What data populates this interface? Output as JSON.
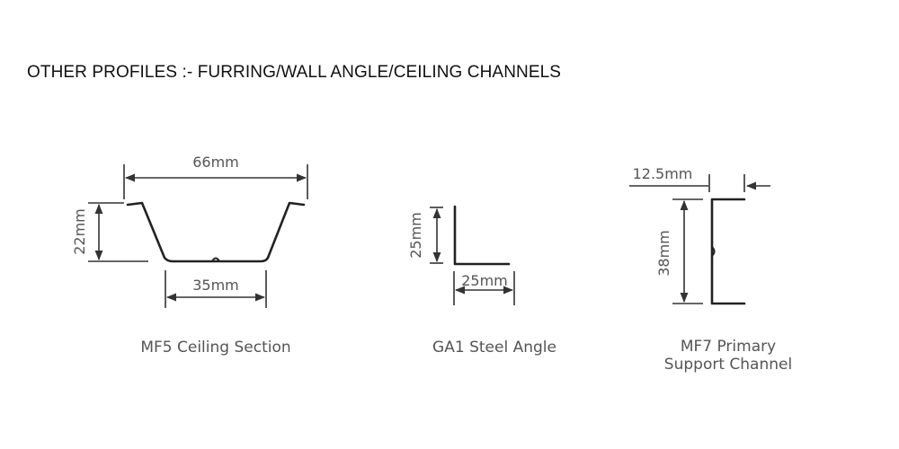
{
  "title": "OTHER PROFILES :- FURRING/WALL ANGLE/CEILING CHANNELS",
  "profiles": [
    {
      "caption": "MF5 Ceiling Section",
      "dims": {
        "top_width": "66mm",
        "height": "22mm",
        "bottom_width": "35mm"
      }
    },
    {
      "caption": "GA1 Steel Angle",
      "dims": {
        "height": "25mm",
        "width": "25mm"
      }
    },
    {
      "caption_lines": [
        "MF7 Primary",
        "Support Channel"
      ],
      "dims": {
        "flange": "12.5mm",
        "height": "38mm"
      }
    }
  ]
}
